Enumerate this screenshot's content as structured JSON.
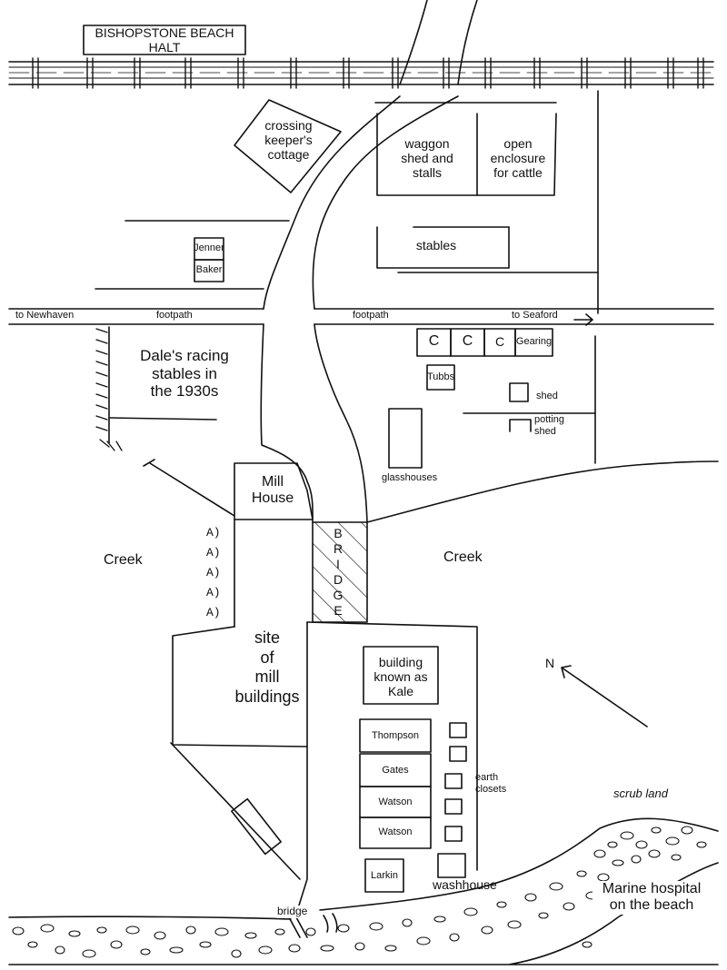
{
  "station": {
    "line1": "BISHOPSTONE BEACH",
    "line2": "HALT"
  },
  "labels": {
    "crossing_keepers_cottage": [
      "crossing",
      "keeper's",
      "cottage"
    ],
    "waggon_shed": [
      "waggon",
      "shed and",
      "stalls"
    ],
    "open_enclosure": [
      "open",
      "enclosure",
      "for cattle"
    ],
    "stables": "stables",
    "jenner": "Jenner",
    "baker": "Baker",
    "to_newhaven": "to Newhaven",
    "footpath_left": "footpath",
    "footpath_right": "footpath",
    "to_seaford": "to Seaford",
    "dales_racing_stables": [
      "Dale's racing",
      "stables in",
      "the 1930s"
    ],
    "c1": "C",
    "c2": "C",
    "c3": "C",
    "gearing": "Gearing",
    "tubbs": "Tubbs",
    "shed": "shed",
    "potting_shed": [
      "potting",
      "shed"
    ],
    "glasshouses": "glasshouses",
    "mill_house": [
      "Mill",
      "House"
    ],
    "creek_left": "Creek",
    "creek_right": "Creek",
    "bridge_vertical": "BRIDGE",
    "site_of_mill": [
      "site",
      "of",
      "mill",
      "buildings"
    ],
    "kale_building": [
      "building",
      "known as",
      "Kale"
    ],
    "north": "N",
    "thompson": "Thompson",
    "gates": "Gates",
    "watson1": "Watson",
    "watson2": "Watson",
    "larkin": "Larkin",
    "earth_closets": [
      "earth",
      "closets"
    ],
    "washhouse": "washhouse",
    "scrub_land": "scrub land",
    "marine_hospital": [
      "Marine hospital",
      "on the beach"
    ],
    "bridge_small": "bridge",
    "pole_markers": [
      "A)",
      "A)",
      "A)",
      "A)",
      "A)"
    ]
  },
  "colors": {
    "ink": "#111111",
    "paper": "#ffffff"
  }
}
